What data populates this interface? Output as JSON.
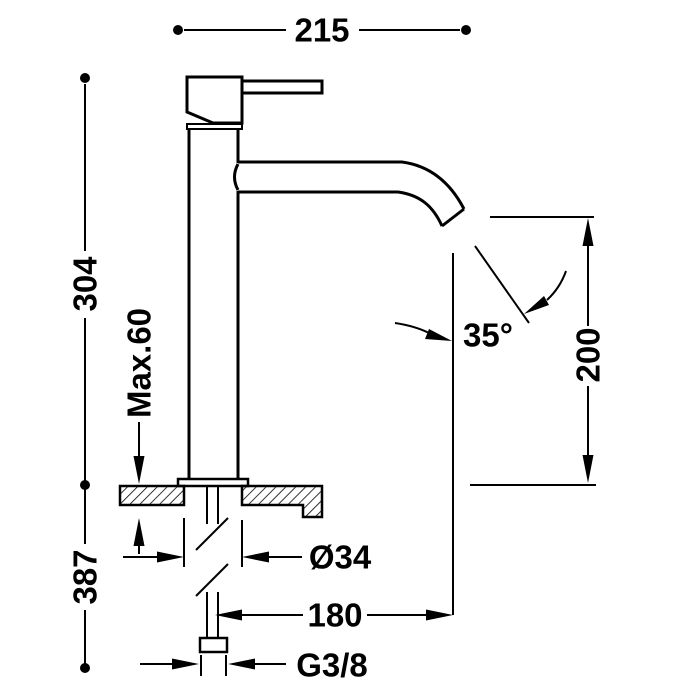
{
  "labels": {
    "spout_reach_overall": "215",
    "height_above_deck": "304",
    "max_deck_thickness": "Max.60",
    "spout_angle": "35°",
    "outlet_height": "200",
    "height_below_deck": "387",
    "body_diameter": "Ø34",
    "outlet_projection": "180",
    "inlet_thread": "G3/8"
  },
  "colors": {
    "ink": "#000000",
    "paper": "#ffffff"
  }
}
